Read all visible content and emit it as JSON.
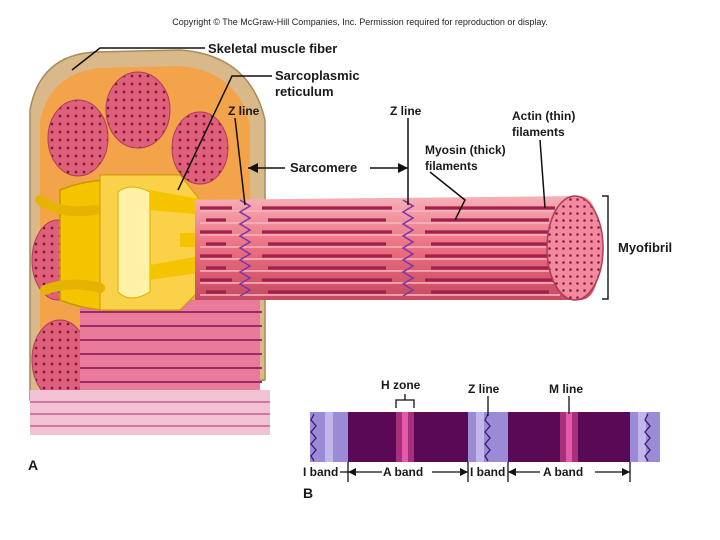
{
  "copyright": "Copyright © The McGraw-Hill Companies, Inc. Permission required for reproduction or display.",
  "panel_a": {
    "panel_letter": "A",
    "labels": {
      "skeletal_muscle_fiber": "Skeletal muscle fiber",
      "sarcoplasmic_line1": "Sarcoplasmic",
      "sarcoplasmic_line2": "reticulum",
      "z_line_left": "Z line",
      "z_line_right": "Z line",
      "sarcomere": "Sarcomere",
      "myosin_line1": "Myosin (thick)",
      "myosin_line2": "filaments",
      "actin_line1": "Actin (thin)",
      "actin_line2": "filaments",
      "myofibril": "Myofibril"
    }
  },
  "panel_b": {
    "panel_letter": "B",
    "labels": {
      "h_zone": "H zone",
      "z_line": "Z line",
      "m_line": "M line",
      "i_band_left": "I band",
      "a_band_left": "A band",
      "i_band_mid": "I band",
      "a_band_right": "A band"
    }
  },
  "colors": {
    "fiber_tan": "#d9b98a",
    "myofibril_pink": "#e8657a",
    "myofibril_light": "#f4a3b0",
    "thick_filament": "#a0204a",
    "sr_yellow": "#f5c400",
    "band_light": "#9b8bd6",
    "band_dark": "#5a0a55",
    "m_line": "#d9409a"
  }
}
